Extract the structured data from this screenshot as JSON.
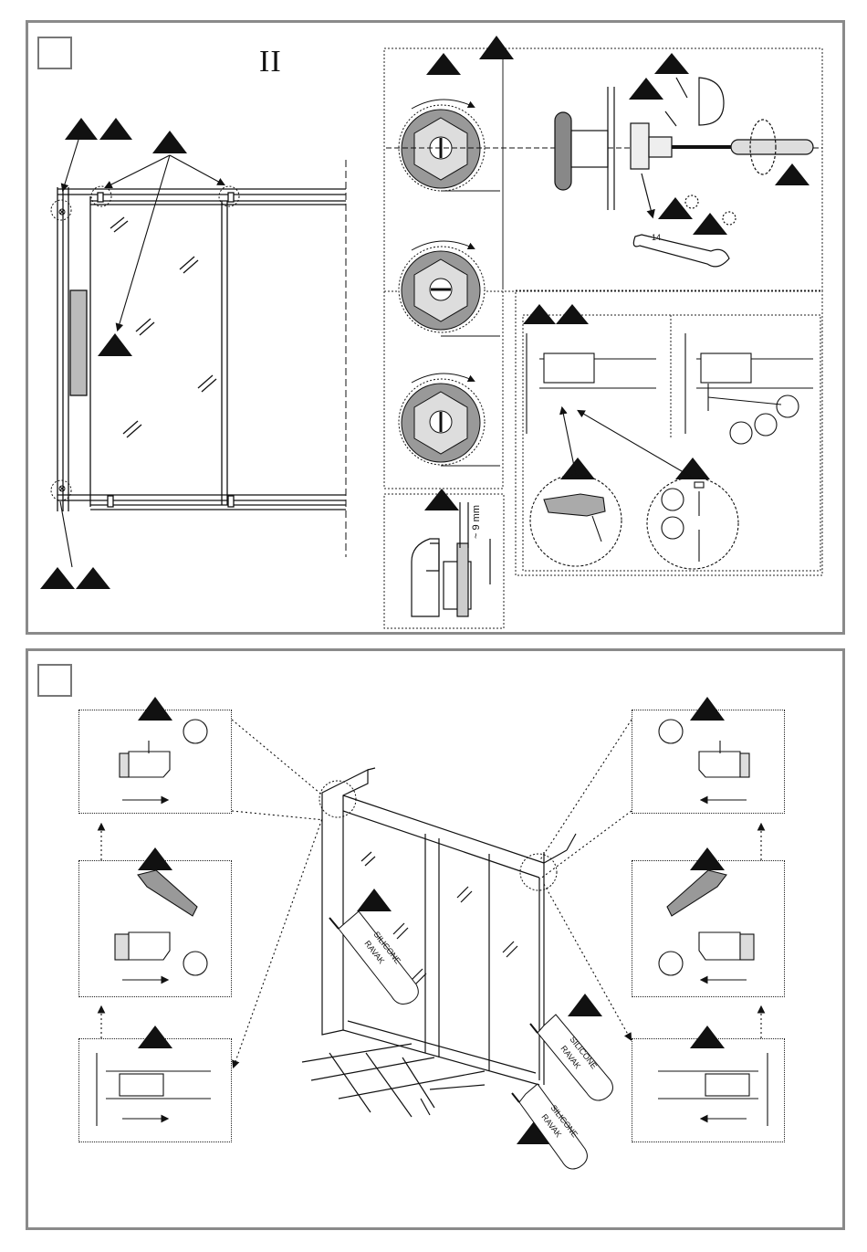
{
  "step_marker": "II",
  "gap_label": "~ 9 mm",
  "wrench_size": "14",
  "silicone_label_line1": "SILICONE",
  "silicone_label_line2": "RAVAK",
  "colors": {
    "frame": "#8a8a8a",
    "ink": "#111111",
    "nut_fill": "#9a9a9a"
  }
}
